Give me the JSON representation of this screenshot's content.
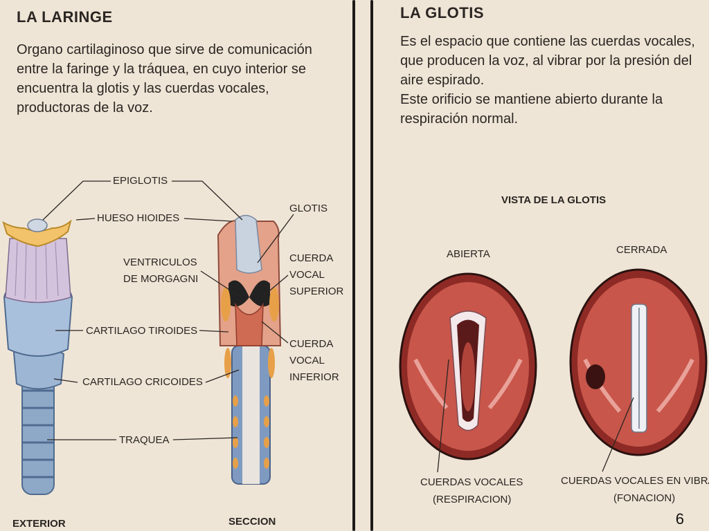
{
  "left": {
    "title": "LA LARINGE",
    "paragraph": [
      "Organo cartilaginoso que sirve de comunicación",
      "entre la faringe y la tráquea, en cuyo interior se",
      "encuentra la glotis y las cuerdas vocales,",
      "productoras de la voz."
    ],
    "labels": {
      "epiglotis": "EPIGLOTIS",
      "hueso_hioides": "HUESO HIOIDES",
      "ventriculos": [
        "VENTRICULOS",
        "DE MORGAGNI"
      ],
      "cartilago_tiroides": "CARTILAGO TIROIDES",
      "cartilago_cricoides": "CARTILAGO CRICOIDES",
      "traquea": "TRAQUEA",
      "glotis": "GLOTIS",
      "cuerda_superior": [
        "CUERDA",
        "VOCAL",
        "SUPERIOR"
      ],
      "cuerda_inferior": [
        "CUERDA",
        "VOCAL",
        "INFERIOR"
      ],
      "exterior": "EXTERIOR",
      "seccion": "SECCION"
    }
  },
  "right": {
    "title": "LA GLOTIS",
    "paragraph": [
      "Es el espacio que contiene las cuerdas vocales,",
      "que producen la voz, al vibrar por la presión del",
      "aire espirado.",
      "Este orificio se mantiene abierto durante la",
      "respiración normal."
    ],
    "vista_title": "VISTA DE LA GLOTIS",
    "abierta": "ABIERTA",
    "cerrada": "CERRADA",
    "caption_left": [
      "CUERDAS VOCALES",
      "(RESPIRACION)"
    ],
    "caption_right": [
      "CUERDAS VOCALES EN VIBRA",
      "(FONACION)"
    ]
  },
  "page_number": "6"
}
